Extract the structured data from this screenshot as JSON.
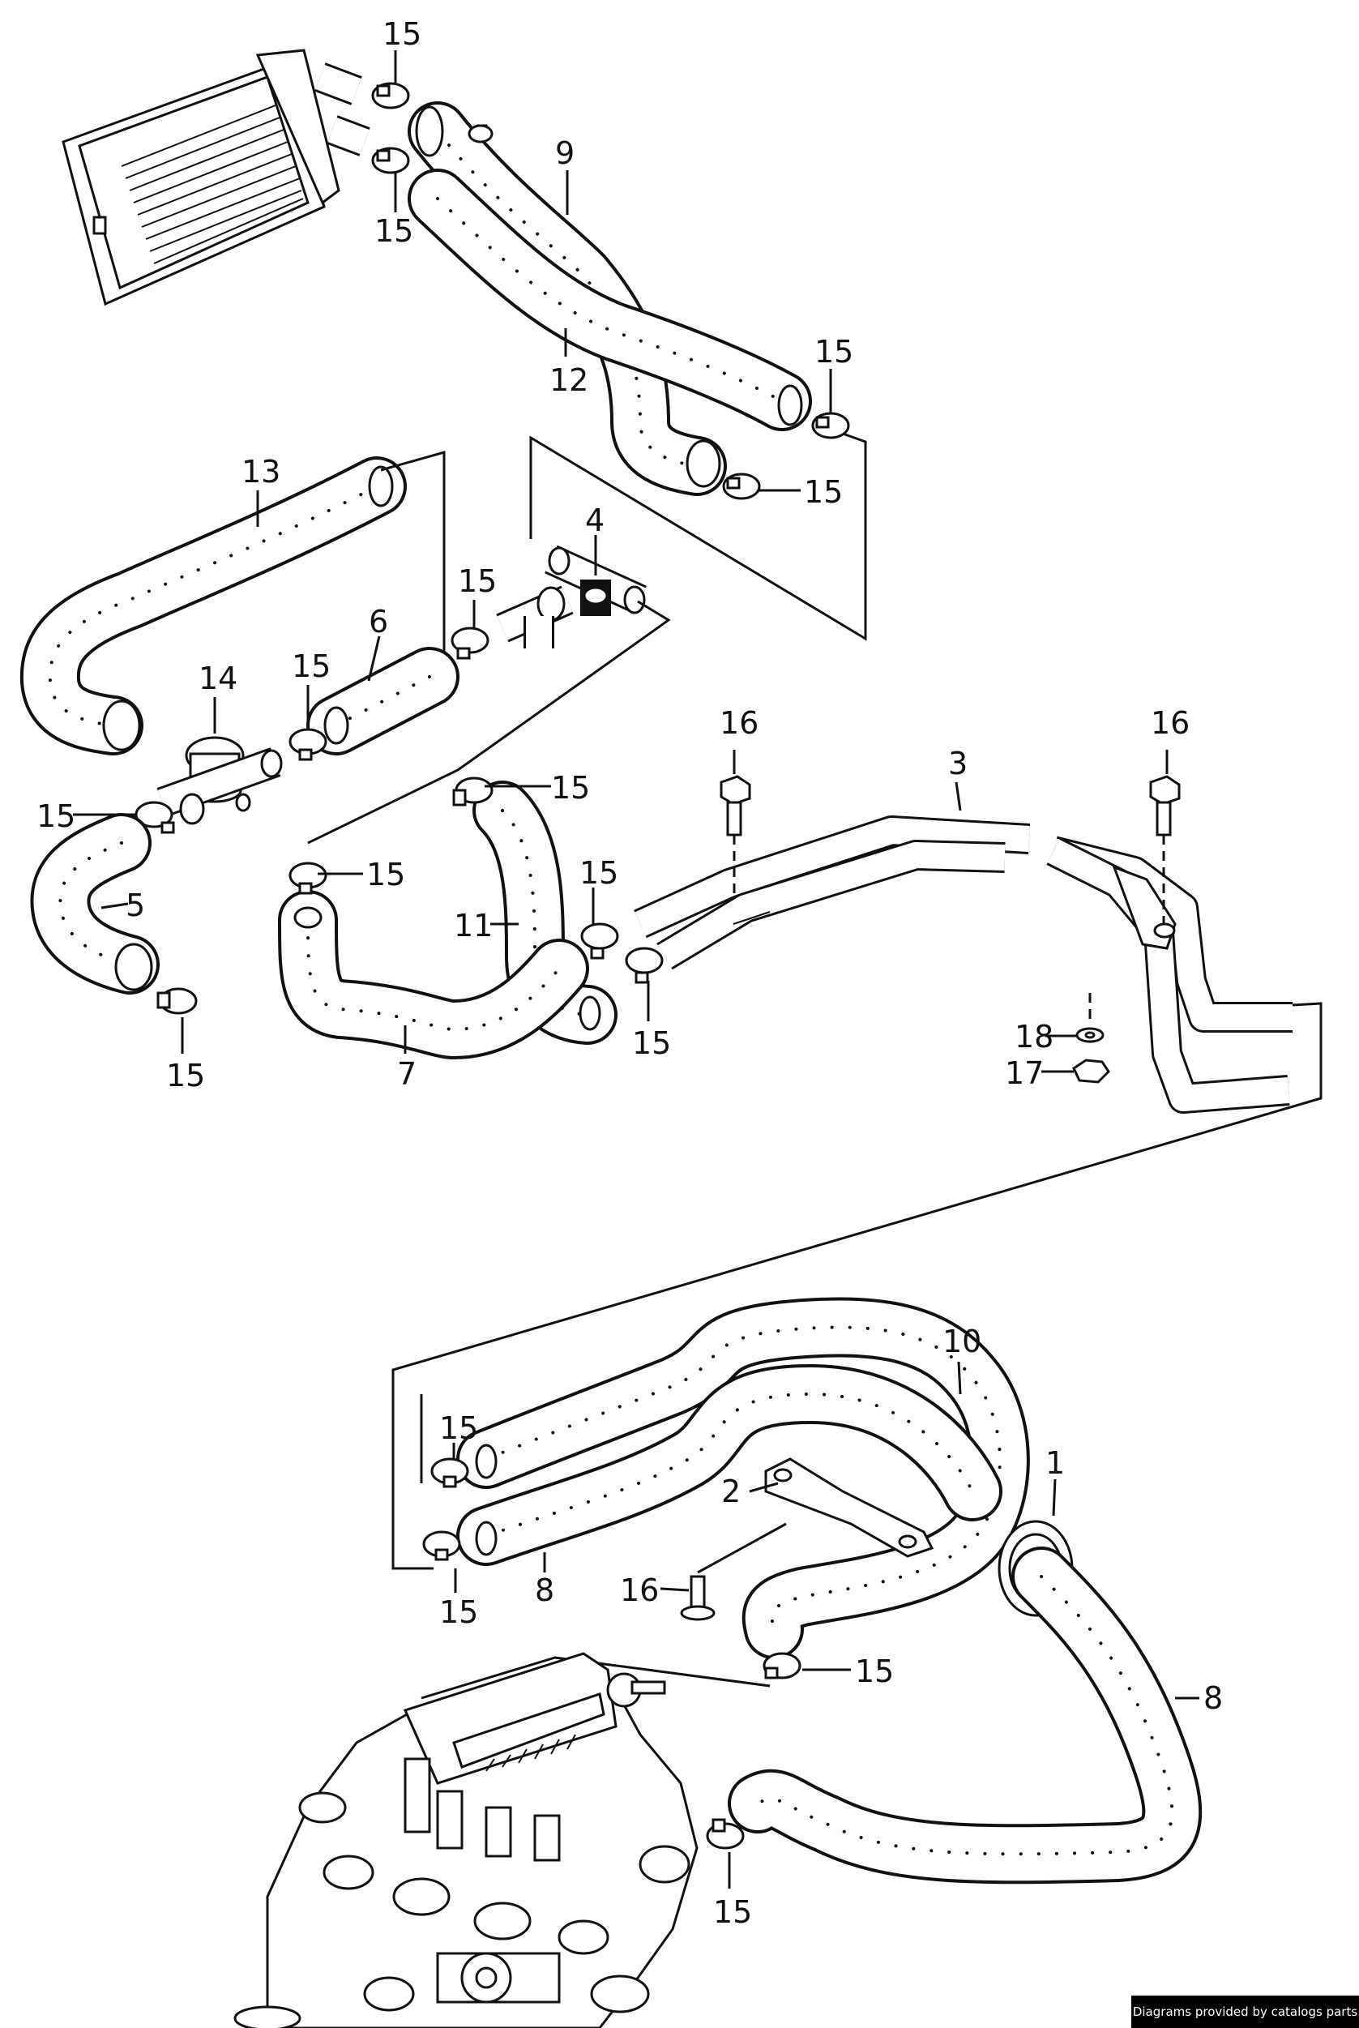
{
  "labels": [
    {
      "id": "l15a",
      "text": "15"
    },
    {
      "id": "l15b",
      "text": "15"
    },
    {
      "id": "l9",
      "text": "9"
    },
    {
      "id": "l12",
      "text": "12"
    },
    {
      "id": "l15c",
      "text": "15"
    },
    {
      "id": "l15d",
      "text": "15"
    },
    {
      "id": "l13",
      "text": "13"
    },
    {
      "id": "l4",
      "text": "4"
    },
    {
      "id": "l15e",
      "text": "15"
    },
    {
      "id": "l6",
      "text": "6"
    },
    {
      "id": "l14",
      "text": "14"
    },
    {
      "id": "l15f",
      "text": "15"
    },
    {
      "id": "l15g",
      "text": "15"
    },
    {
      "id": "l15h",
      "text": "15"
    },
    {
      "id": "l16a",
      "text": "16"
    },
    {
      "id": "l3",
      "text": "3"
    },
    {
      "id": "l16b",
      "text": "16"
    },
    {
      "id": "l5",
      "text": "5"
    },
    {
      "id": "l15i",
      "text": "15"
    },
    {
      "id": "l15j",
      "text": "15"
    },
    {
      "id": "l11",
      "text": "11"
    },
    {
      "id": "l15k",
      "text": "15"
    },
    {
      "id": "l7",
      "text": "7"
    },
    {
      "id": "l15l",
      "text": "15"
    },
    {
      "id": "l18",
      "text": "18"
    },
    {
      "id": "l17",
      "text": "17"
    },
    {
      "id": "l15m",
      "text": "15"
    },
    {
      "id": "l10",
      "text": "10"
    },
    {
      "id": "l1",
      "text": "1"
    },
    {
      "id": "l2",
      "text": "2"
    },
    {
      "id": "l15n",
      "text": "15"
    },
    {
      "id": "l8a",
      "text": "8"
    },
    {
      "id": "l16c",
      "text": "16"
    },
    {
      "id": "l15o",
      "text": "15"
    },
    {
      "id": "l8b",
      "text": "8"
    },
    {
      "id": "l15p",
      "text": "15"
    }
  ],
  "footer": {
    "text": "Diagrams provided by catalogs parts"
  }
}
